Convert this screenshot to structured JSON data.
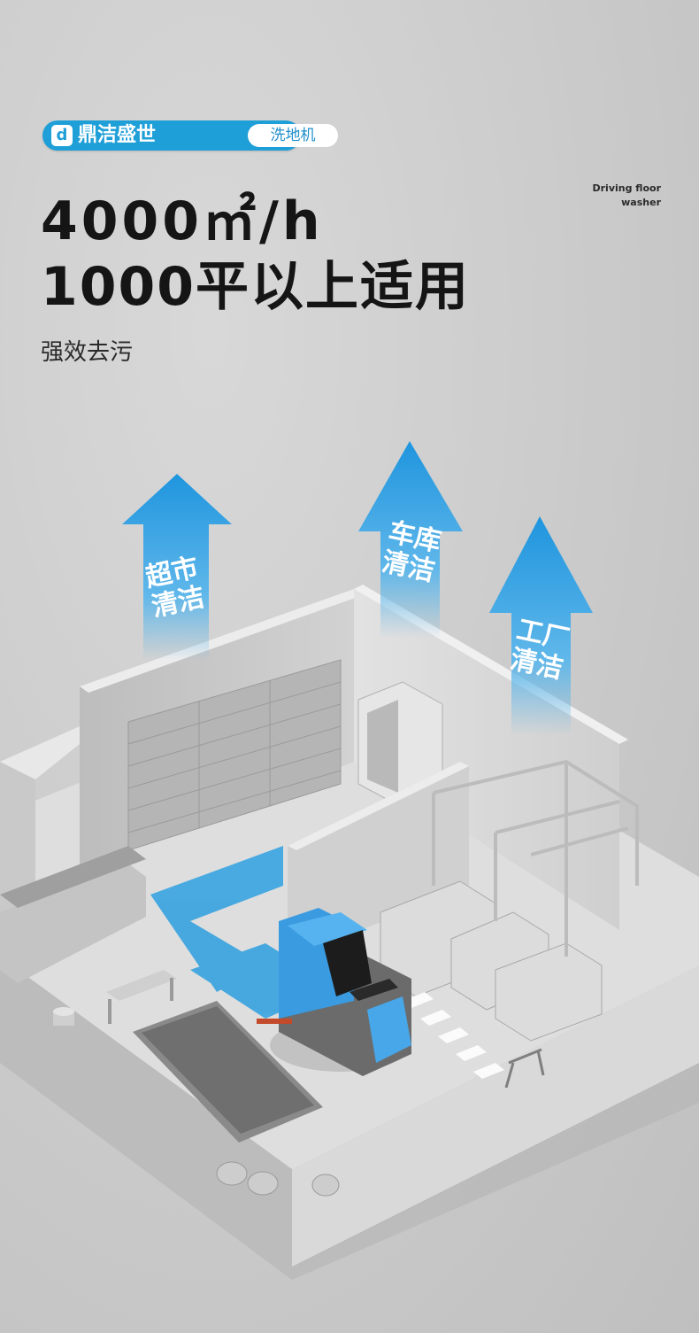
{
  "brand": {
    "logo_glyph": "d",
    "name": "鼎洁盛世",
    "tag": "洗地机"
  },
  "headline": {
    "line1": "4000㎡/h",
    "line2": "1000平以上适用",
    "sub": "强效去污"
  },
  "english_tag": {
    "line1": "Driving floor",
    "line2": "washer"
  },
  "arrows": [
    {
      "line1": "超市",
      "line2": "清洁"
    },
    {
      "line1": "车库",
      "line2": "清洁"
    },
    {
      "line1": "工厂",
      "line2": "清洁"
    }
  ],
  "colors": {
    "brand_blue": "#1f9fd8",
    "floor_blue": "#3fa6e0",
    "background": "#c9c9c9"
  }
}
